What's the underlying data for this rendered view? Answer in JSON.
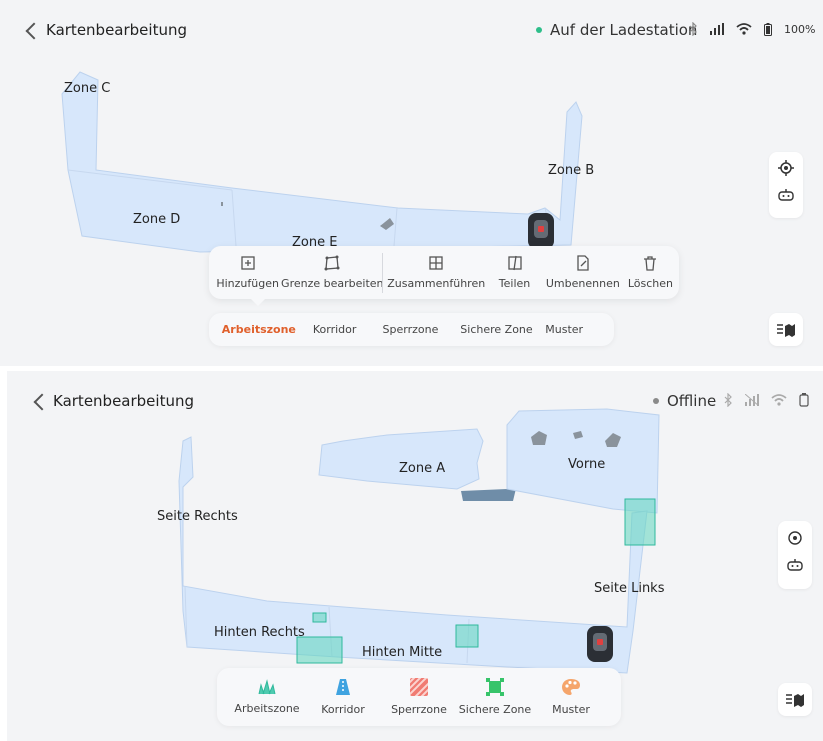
{
  "top_screen": {
    "header": {
      "title": "Kartenbearbeitung",
      "status": "Auf der Ladestation",
      "status_color": "#2dbe8a",
      "battery": "100%",
      "icons": [
        "bluetooth-icon",
        "signal-icon",
        "wifi-icon",
        "battery-icon"
      ]
    },
    "zones": {
      "zone_c": "Zone C",
      "zone_b": "Zone B",
      "zone_d": "Zone D",
      "zone_e": "Zone E"
    },
    "toolbar": {
      "add": "Hinzufügen",
      "edit_border": "Grenze bearbeiten",
      "merge": "Zusammenführen",
      "split": "Teilen",
      "rename": "Umbenennen",
      "delete": "Löschen"
    },
    "tabs": {
      "active_color": "#e0602c",
      "work_zone": "Arbeitszone",
      "corridor": "Korridor",
      "no_go": "Sperrzone",
      "safe_zone": "Sichere Zone",
      "pattern": "Muster"
    }
  },
  "bottom_screen": {
    "header": {
      "title": "Kartenbearbeitung",
      "status": "Offline",
      "status_color": "#8a8a8a",
      "icons": [
        "bluetooth-off-icon",
        "signal-off-icon",
        "wifi-off-icon",
        "battery-empty-icon"
      ]
    },
    "zones": {
      "zone_a": "Zone A",
      "vorne": "Vorne",
      "seite_rechts": "Seite Rechts",
      "seite_links": "Seite Links",
      "hinten_rechts": "Hinten Rechts",
      "hinten_mitte": "Hinten Mitte"
    },
    "categories": {
      "work_zone": "Arbeitszone",
      "corridor": "Korridor",
      "no_go": "Sperrzone",
      "safe_zone": "Sichere Zone",
      "pattern": "Muster"
    }
  },
  "colors": {
    "lawn": "#d7e7fb",
    "lawn_stroke": "#bcd2ee",
    "safe_zone": "#5fd6be",
    "corridor": "#6f8da8",
    "obstacle": "#8a939c"
  }
}
